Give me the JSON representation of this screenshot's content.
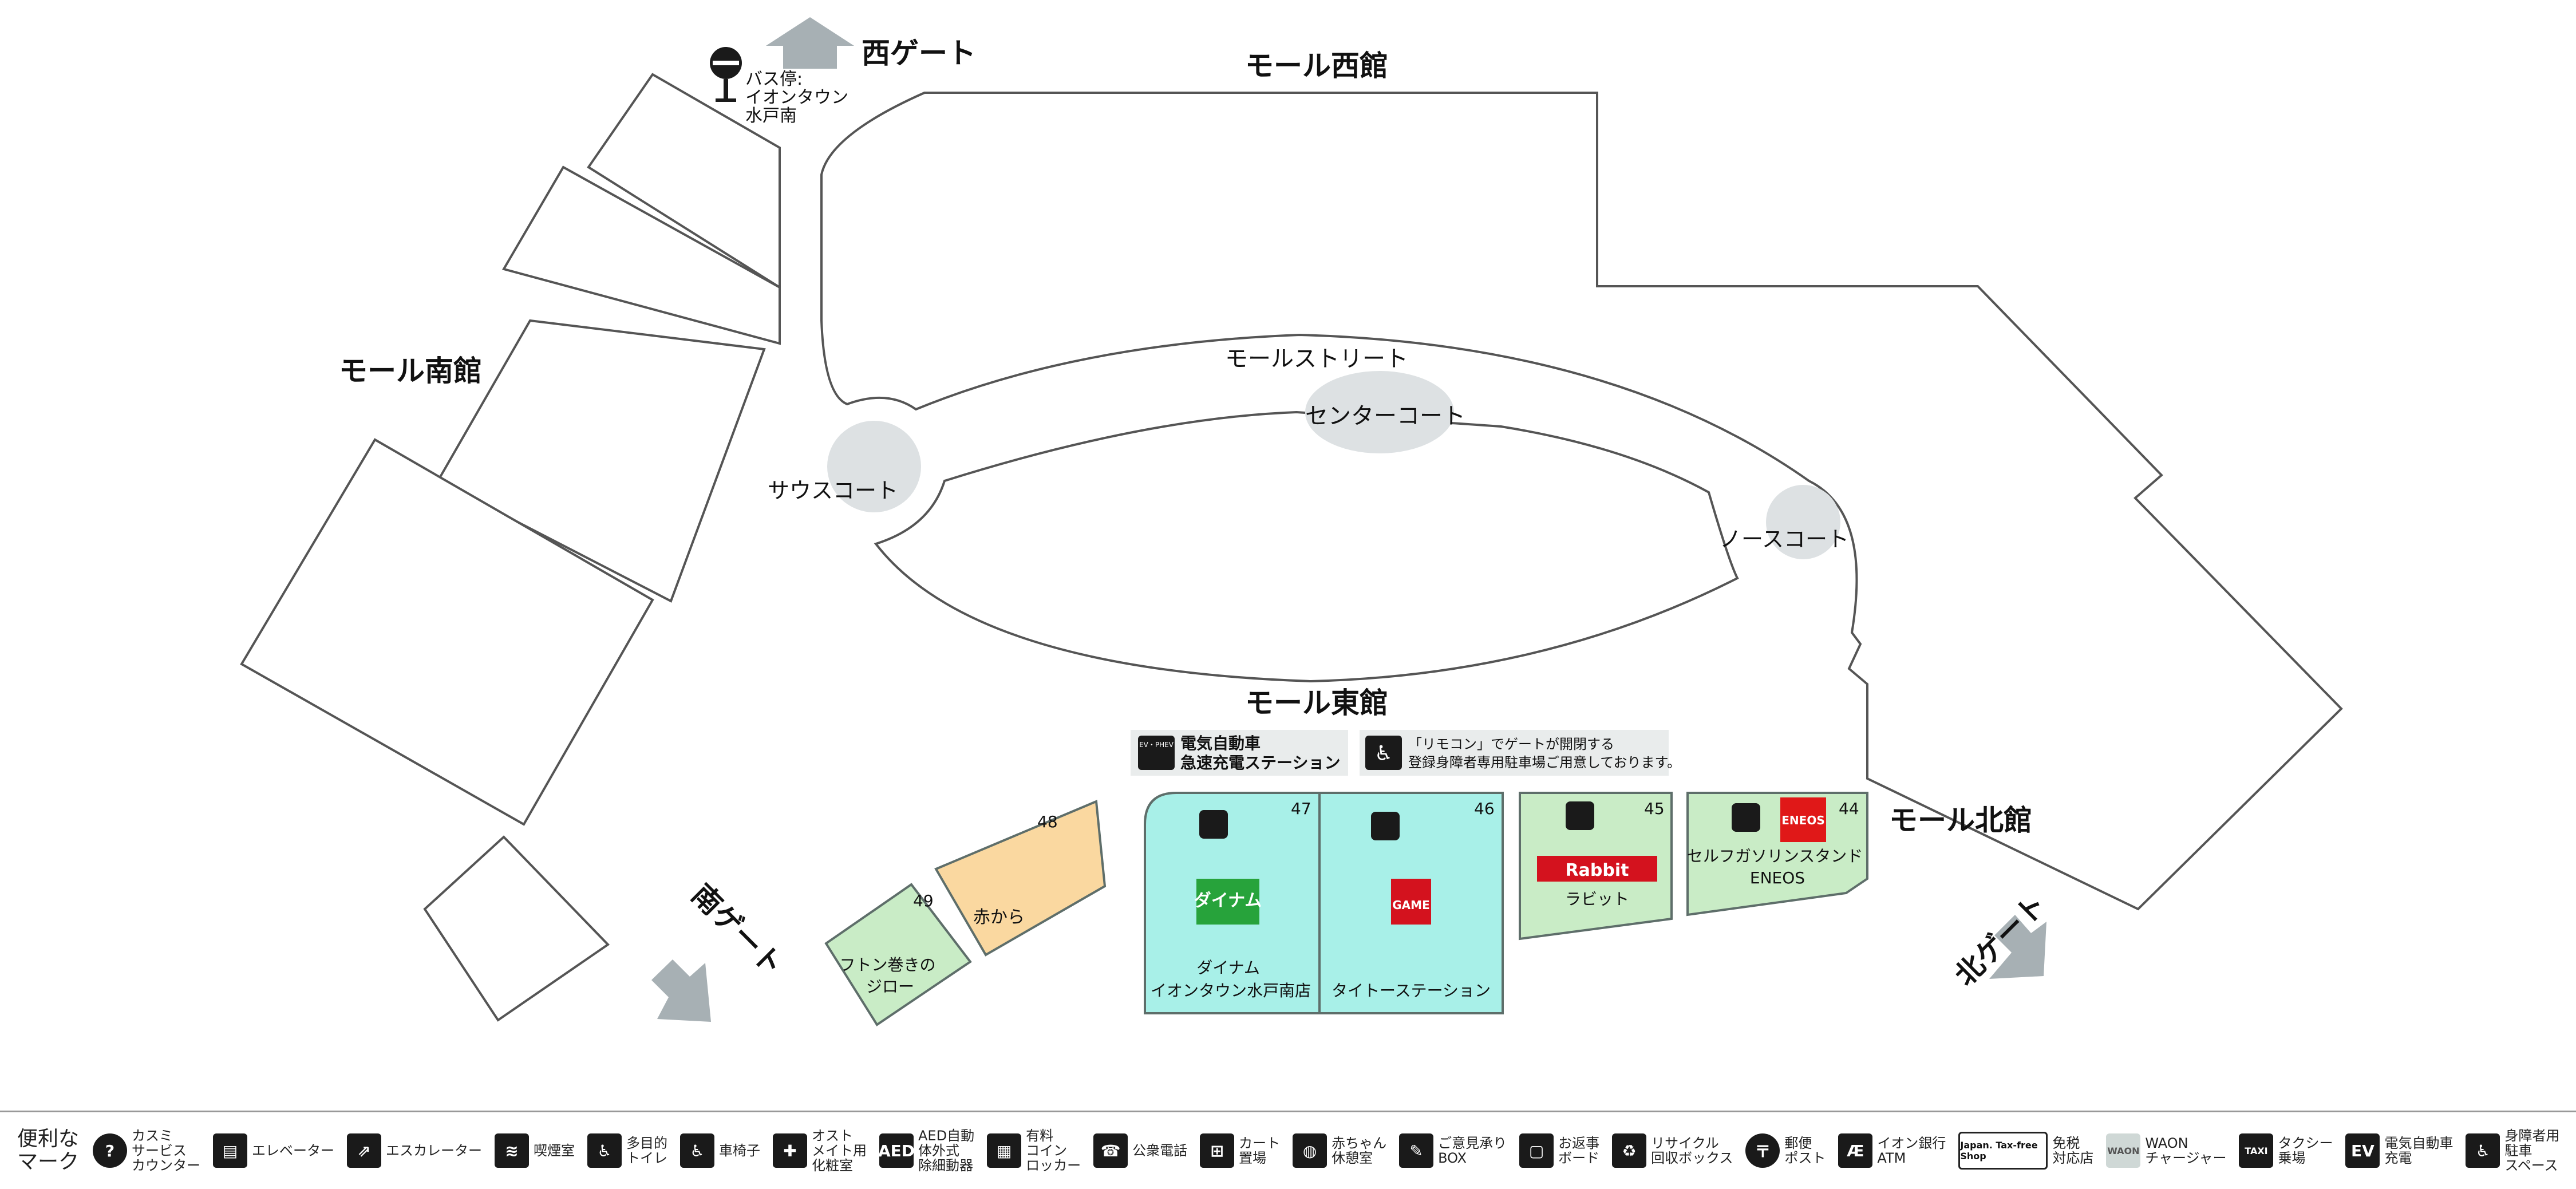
{
  "map": {
    "areas": {
      "west_wing": "モール西館",
      "south_wing": "モール南館",
      "east_wing": "モール東館",
      "north_wing": "モール北館"
    },
    "gates": {
      "west": "西ゲート",
      "south": "南ゲート",
      "north": "北ゲート"
    },
    "bus_stop": {
      "label": "バス停:\nイオンタウン\n水戸南",
      "icon": "bus-stop-icon"
    },
    "courts": {
      "mall_street": "モールストリート",
      "center": "センターコート",
      "south": "サウスコート",
      "north": "ノースコート"
    },
    "notices": {
      "ev": {
        "badge": "EV・PHEV",
        "line1": "電気自動車",
        "line2": "急速充電ステーション"
      },
      "accessible": {
        "line1": "「リモコン」でゲートが開閉する",
        "line2": "登録身障者専用駐車場ご用意しております。"
      }
    },
    "stores": [
      {
        "number": "49",
        "name": "フトン巻きの\nジロー",
        "color": "#c9ecc6"
      },
      {
        "number": "48",
        "name": "赤から",
        "color": "#fad8a0"
      },
      {
        "number": "47",
        "name": "ダイナム\nイオンタウン水戸南店",
        "logo": "ダイナム",
        "color": "#a8f0e8"
      },
      {
        "number": "46",
        "name": "タイトーステーション",
        "logo": "GAME",
        "color": "#a8f0e8"
      },
      {
        "number": "45",
        "name": "ラビット",
        "logo": "Rabbit",
        "color": "#c9ecc6"
      },
      {
        "number": "44",
        "name": "セルフガソリンスタンド\nENEOS",
        "logo": "ENEOS",
        "color": "#c9ecc6"
      }
    ]
  },
  "legend": {
    "title": "便利な\nマーク",
    "items": [
      {
        "icon": "?",
        "label": "カスミ\nサービス\nカウンター",
        "name": "service-counter-icon"
      },
      {
        "icon": "▤",
        "label": "エレベーター",
        "name": "elevator-icon"
      },
      {
        "icon": "⇗",
        "label": "エスカレーター",
        "name": "escalator-icon"
      },
      {
        "icon": "≋",
        "label": "喫煙室",
        "name": "smoking-room-icon"
      },
      {
        "icon": "♿",
        "label": "多目的\nトイレ",
        "name": "multipurpose-toilet-icon"
      },
      {
        "icon": "♿",
        "label": "車椅子",
        "name": "wheelchair-icon"
      },
      {
        "icon": "✚",
        "label": "オスト\nメイト用\n化粧室",
        "name": "ostomate-toilet-icon"
      },
      {
        "icon": "AED",
        "label": "AED自動\n体外式\n除細動器",
        "name": "aed-icon"
      },
      {
        "icon": "▦",
        "label": "有料\nコイン\nロッカー",
        "name": "coin-locker-icon"
      },
      {
        "icon": "☎",
        "label": "公衆電話",
        "name": "public-phone-icon"
      },
      {
        "icon": "⊞",
        "label": "カート\n置場",
        "name": "cart-area-icon"
      },
      {
        "icon": "◍",
        "label": "赤ちゃん\n休憩室",
        "name": "baby-room-icon"
      },
      {
        "icon": "✎",
        "label": "ご意見承り\nBOX",
        "name": "feedback-box-icon"
      },
      {
        "icon": "▢",
        "label": "お返事\nボード",
        "name": "reply-board-icon"
      },
      {
        "icon": "♻",
        "label": "リサイクル\n回収ボックス",
        "name": "recycle-box-icon"
      },
      {
        "icon": "〒",
        "label": "郵便\nポスト",
        "name": "post-box-icon"
      },
      {
        "icon": "Æ",
        "label": "イオン銀行\nATM",
        "name": "aeon-atm-icon"
      },
      {
        "icon": "Japan. Tax-free Shop",
        "label": "免税\n対応店",
        "name": "tax-free-icon"
      },
      {
        "icon": "WAON",
        "label": "WAON\nチャージャー",
        "name": "waon-charger-icon"
      },
      {
        "icon": "TAXI",
        "label": "タクシー\n乗場",
        "name": "taxi-stand-icon"
      },
      {
        "icon": "EV",
        "label": "電気自動車\n充電",
        "name": "ev-charging-icon"
      },
      {
        "icon": "♿",
        "label": "身障者用\n駐車\nスペース",
        "name": "accessible-parking-icon"
      }
    ]
  }
}
